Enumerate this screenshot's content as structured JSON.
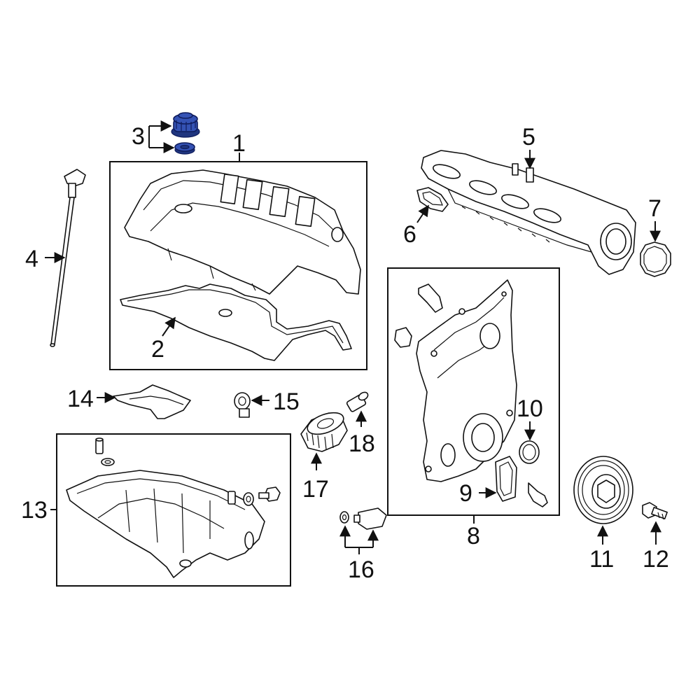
{
  "callouts": [
    {
      "id": "1",
      "label": "1"
    },
    {
      "id": "2",
      "label": "2"
    },
    {
      "id": "3",
      "label": "3"
    },
    {
      "id": "4",
      "label": "4"
    },
    {
      "id": "5",
      "label": "5"
    },
    {
      "id": "6",
      "label": "6"
    },
    {
      "id": "7",
      "label": "7"
    },
    {
      "id": "8",
      "label": "8"
    },
    {
      "id": "9",
      "label": "9"
    },
    {
      "id": "10",
      "label": "10"
    },
    {
      "id": "11",
      "label": "11"
    },
    {
      "id": "12",
      "label": "12"
    },
    {
      "id": "13",
      "label": "13"
    },
    {
      "id": "14",
      "label": "14"
    },
    {
      "id": "15",
      "label": "15"
    },
    {
      "id": "16",
      "label": "16"
    },
    {
      "id": "17",
      "label": "17"
    },
    {
      "id": "18",
      "label": "18"
    }
  ],
  "highlighted_part": "3",
  "colors": {
    "highlight": "#3452b4",
    "line": "#111111",
    "background": "#ffffff"
  }
}
